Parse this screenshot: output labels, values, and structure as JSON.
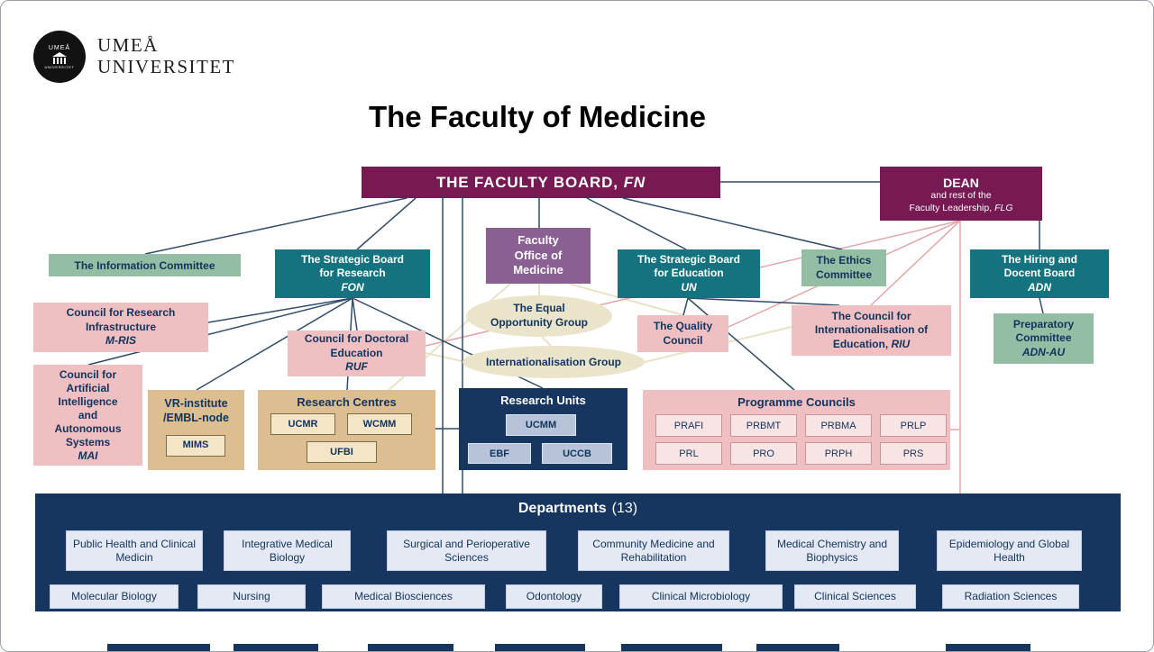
{
  "logo": {
    "seal_top": "UMEÅ",
    "seal_bottom": "UNIVERSITET",
    "wordmark_line1": "UMEÅ",
    "wordmark_line2": "UNIVERSITET"
  },
  "title": "The Faculty of Medicine",
  "board": {
    "label": "THE FACULTY BOARD,",
    "abbr": "FN"
  },
  "dean": {
    "title": "DEAN",
    "sub": "and rest of the\nFaculty Leadership,",
    "abbr": "FLG"
  },
  "information_committee": {
    "label": "The Information Committee"
  },
  "strategic_research": {
    "label": "The Strategic Board\nfor Research",
    "abbr": "FON"
  },
  "faculty_office": {
    "label": "Faculty\nOffice of\nMedicine"
  },
  "strategic_education": {
    "label": "The Strategic Board\nfor Education",
    "abbr": "UN"
  },
  "ethics_committee": {
    "label": "The Ethics\nCommittee"
  },
  "hiring_board": {
    "label": "The Hiring and\nDocent Board",
    "abbr": "ADN"
  },
  "council_research_infrastructure": {
    "label": "Council for Research\nInfrastructure",
    "abbr": "M-RIS"
  },
  "council_doctoral_education": {
    "label": "Council for Doctoral\nEducation",
    "abbr": "RUF"
  },
  "equal_opportunity_group": {
    "label": "The Equal\nOpportunity Group"
  },
  "internationalisation_group": {
    "label": "Internationalisation Group"
  },
  "quality_council": {
    "label": "The Quality\nCouncil"
  },
  "council_internationalisation": {
    "label": "The Council for\nInternationalisation of\nEducation,",
    "abbr": "RIU"
  },
  "preparatory_committee": {
    "label": "Preparatory\nCommittee",
    "abbr": "ADN-AU"
  },
  "council_ai": {
    "label": "Council for\nArtificial\nIntelligence\nand\nAutonomous\nSystems",
    "abbr": "MAI"
  },
  "vr_institute": {
    "label": "VR-institute\n/EMBL-node",
    "items": [
      "MIMS"
    ]
  },
  "research_centres": {
    "title": "Research Centres",
    "items": [
      "UCMR",
      "WCMM",
      "UFBI"
    ]
  },
  "research_units": {
    "title": "Research Units",
    "items": [
      "UCMM",
      "EBF",
      "UCCB"
    ]
  },
  "programme_councils": {
    "title": "Programme Councils",
    "items": [
      "PRAFI",
      "PRBMT",
      "PRBMA",
      "PRLP",
      "PRL",
      "PRO",
      "PRPH",
      "PRS"
    ]
  },
  "departments": {
    "title": "Departments",
    "count": "(13)",
    "row1": [
      "Public Health and Clinical Medicin",
      "Integrative Medical Biology",
      "Surgical and Perioperative Sciences",
      "Community Medicine and Rehabilitation",
      "Medical Chemistry and Biophysics",
      "Epidemiology and Global Health"
    ],
    "row2": [
      "Molecular Biology",
      "Nursing",
      "Medical Biosciences",
      "Odontology",
      "Clinical Microbiology",
      "Clinical Sciences",
      "Radiation Sciences"
    ]
  },
  "colors": {
    "purple": "#771A53",
    "teal": "#15737F",
    "green": "#93BEA4",
    "pink": "#F0BFC2",
    "tan": "#DCBE90",
    "navy": "#16355F",
    "mauve": "#8A5F92",
    "beige": "#E9E4CA"
  }
}
